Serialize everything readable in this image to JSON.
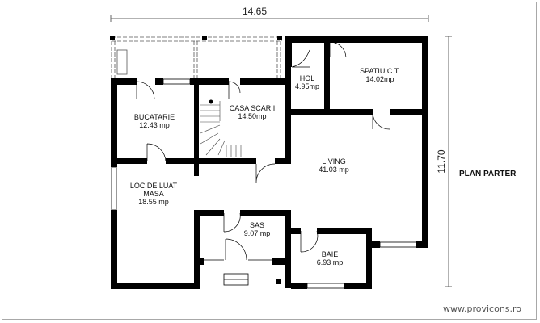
{
  "plan": {
    "title": "PLAN PARTER",
    "website": "www.provicons.ro",
    "dimensions": {
      "width": "14.65",
      "height": "11.70"
    },
    "rooms": [
      {
        "name": "HOL",
        "area": "4.95mp"
      },
      {
        "name": "SPATIU C.T.",
        "area": "14.02mp"
      },
      {
        "name": "BUCATARIE",
        "area": "12.43 mp"
      },
      {
        "name": "CASA SCARII",
        "area": "14.50mp"
      },
      {
        "name": "LIVING",
        "area": "41.03 mp"
      },
      {
        "name": "LOC DE LUAT",
        "name2": "MASA",
        "area": "18.55 mp"
      },
      {
        "name": "SAS",
        "area": "9.07 mp"
      },
      {
        "name": "BAIE",
        "area": "6.93 mp"
      }
    ]
  }
}
